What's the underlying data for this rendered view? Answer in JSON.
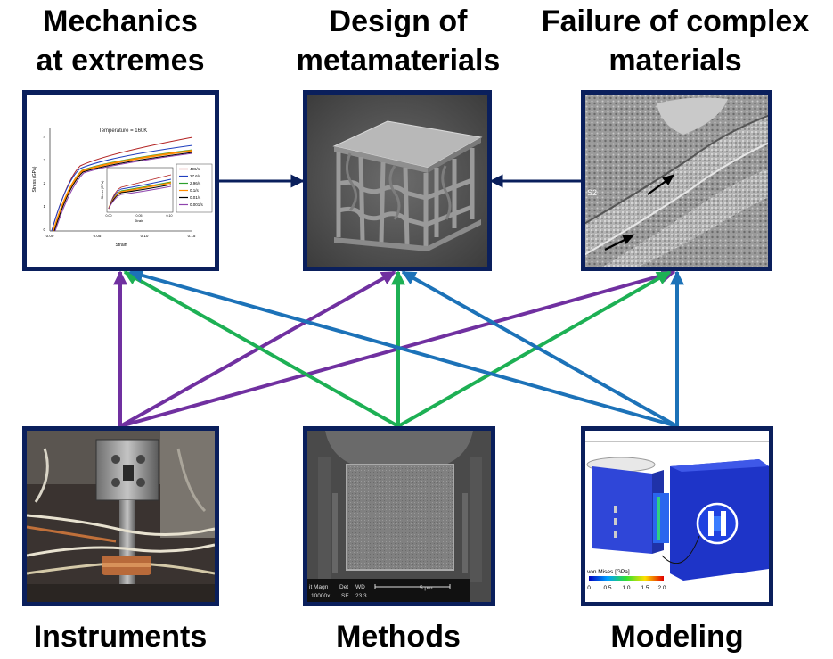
{
  "nodes": {
    "mechanics": {
      "line1": "Mechanics",
      "line2": "at extremes"
    },
    "design": {
      "line1": "Design of",
      "line2": "metamaterials"
    },
    "failure": {
      "line1": "Failure of complex",
      "line2": "materials"
    },
    "instruments": {
      "label": "Instruments"
    },
    "methods": {
      "label": "Methods"
    },
    "modeling": {
      "label": "Modeling"
    }
  },
  "panel_mechanics_plot": {
    "title": "Temperature = 160K",
    "ylabel": "Stress (GPa)",
    "xlabel": "Strain",
    "inset_ylabel": "Stress (GPa)",
    "inset_xlabel": "Strain",
    "x_ticks": [
      "0.00",
      "0.05",
      "0.10",
      "0.15"
    ],
    "y_ticks": [
      "4",
      "3",
      "2",
      "1",
      "0"
    ],
    "inset_x_ticks": [
      "0.00",
      "0.05",
      "0.10"
    ],
    "legend": [
      "496/s",
      "27.6/s",
      "2.96/s",
      "0.1/s",
      "0.01/s",
      "0.001/s"
    ],
    "legend_colors": [
      "#b22222",
      "#1f3fbf",
      "#2ca02c",
      "#ff8c00",
      "#000000",
      "#8e44ad"
    ]
  },
  "panel_failure_text": {
    "marker": "S2"
  },
  "panel_methods_scalebar": {
    "left1": "it Magn",
    "left2": "10000x",
    "mid1": "Det",
    "mid2": "SE",
    "wd1": "WD",
    "wd2": "23.3",
    "scale": "5 μm"
  },
  "panel_modeling_legend": {
    "label": "von Mises [GPa]",
    "ticks": [
      "0",
      "0.5",
      "1.0",
      "1.5",
      "2.0"
    ]
  },
  "colors": {
    "box_border": "#0a1f5c",
    "navy_arrow": "#0a1f5c",
    "purple_arrow": "#7030a0",
    "green_arrow": "#1db054",
    "blue_arrow": "#1c72b8"
  }
}
